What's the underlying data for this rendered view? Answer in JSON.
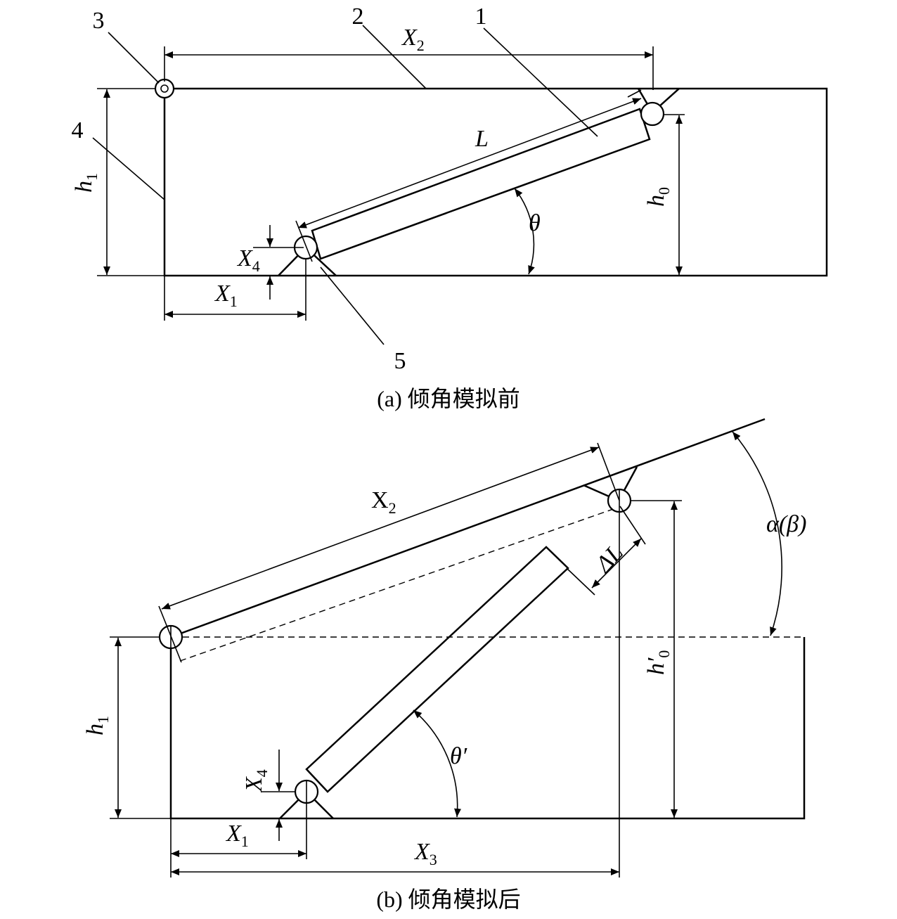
{
  "callouts": {
    "c1": "1",
    "c2": "2",
    "c3": "3",
    "c4": "4",
    "c5": "5"
  },
  "dims_a": {
    "x2": "X",
    "x2_sub": "2",
    "L": "L",
    "h1": "h",
    "h1_sub": "1",
    "h0": "h",
    "h0_sub": "0",
    "theta": "θ",
    "x4": "X",
    "x4_sub": "4",
    "x1": "X",
    "x1_sub": "1"
  },
  "dims_b": {
    "x2": "X",
    "x2_sub": "2",
    "alpha": "α(β)",
    "dL": "ΔL",
    "h0p": "h′",
    "h0p_sub": "0",
    "h1": "h",
    "h1_sub": "1",
    "theta": "θ′",
    "x4": "X",
    "x4_sub": "4",
    "x1": "X",
    "x1_sub": "1",
    "x3": "X",
    "x3_sub": "3"
  },
  "captions": {
    "a": "(a) 倾角模拟前",
    "b": "(b) 倾角模拟后"
  }
}
